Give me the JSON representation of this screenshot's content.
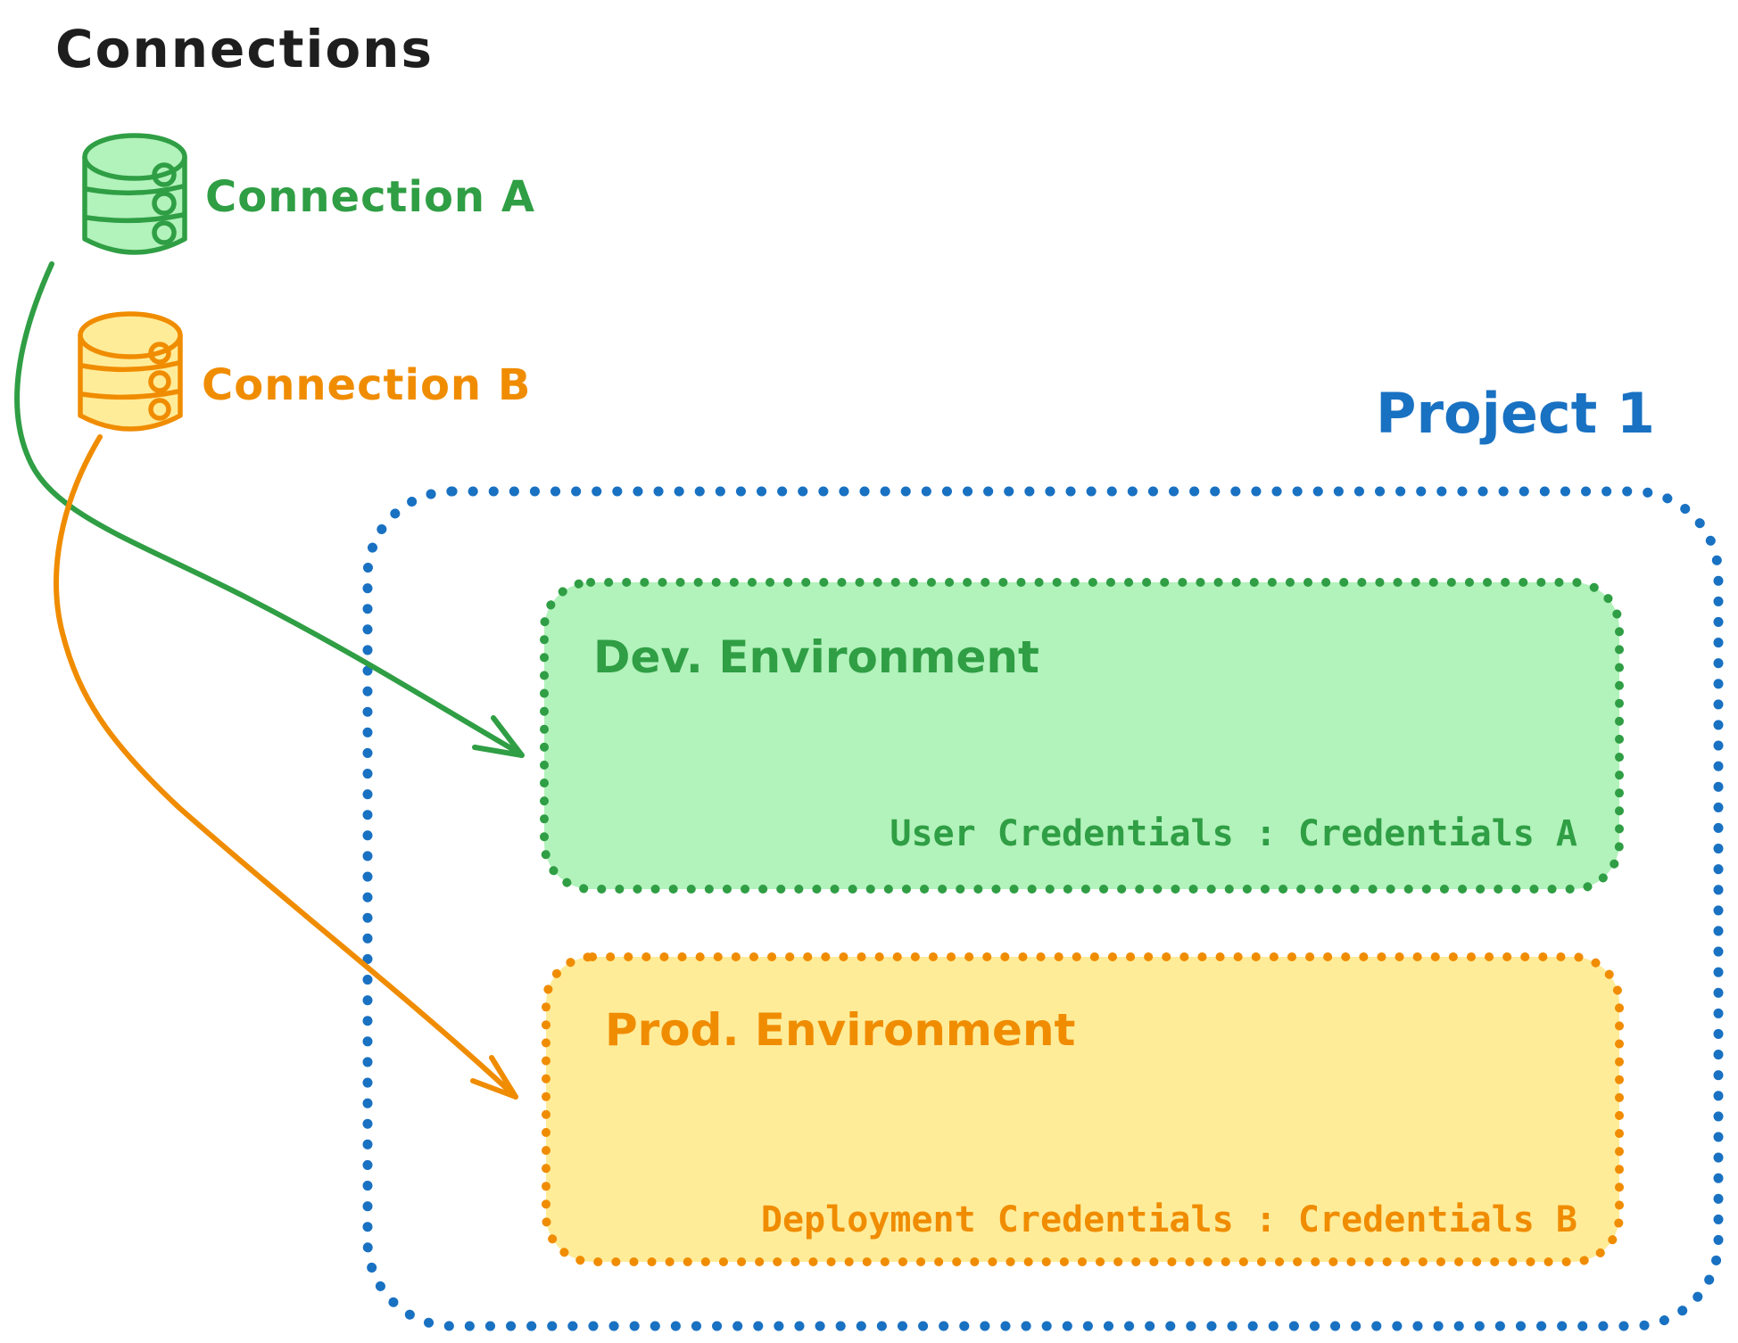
{
  "colors": {
    "ink": "#1e1e1e",
    "green": "#2f9e44",
    "green_fill": "#b2f2bb",
    "orange": "#f08c00",
    "orange_fill": "#ffec99",
    "blue": "#1971c2",
    "background": "#ffffff"
  },
  "connections_panel": {
    "title": "Connections",
    "items": [
      {
        "label": "Connection A",
        "icon": "database-icon",
        "color": "#2f9e44"
      },
      {
        "label": "Connection B",
        "icon": "database-icon",
        "color": "#f08c00"
      }
    ]
  },
  "project": {
    "title": "Project 1",
    "environments": [
      {
        "name": "Dev. Environment",
        "credentials": "User Credentials : Credentials A",
        "color": "#2f9e44"
      },
      {
        "name": "Prod. Environment",
        "credentials": "Deployment Credentials : Credentials B",
        "color": "#f08c00"
      }
    ]
  },
  "arrows": [
    {
      "from": "Connection A",
      "to": "Dev. Environment",
      "color": "#2f9e44"
    },
    {
      "from": "Connection B",
      "to": "Prod. Environment",
      "color": "#f08c00"
    }
  ]
}
